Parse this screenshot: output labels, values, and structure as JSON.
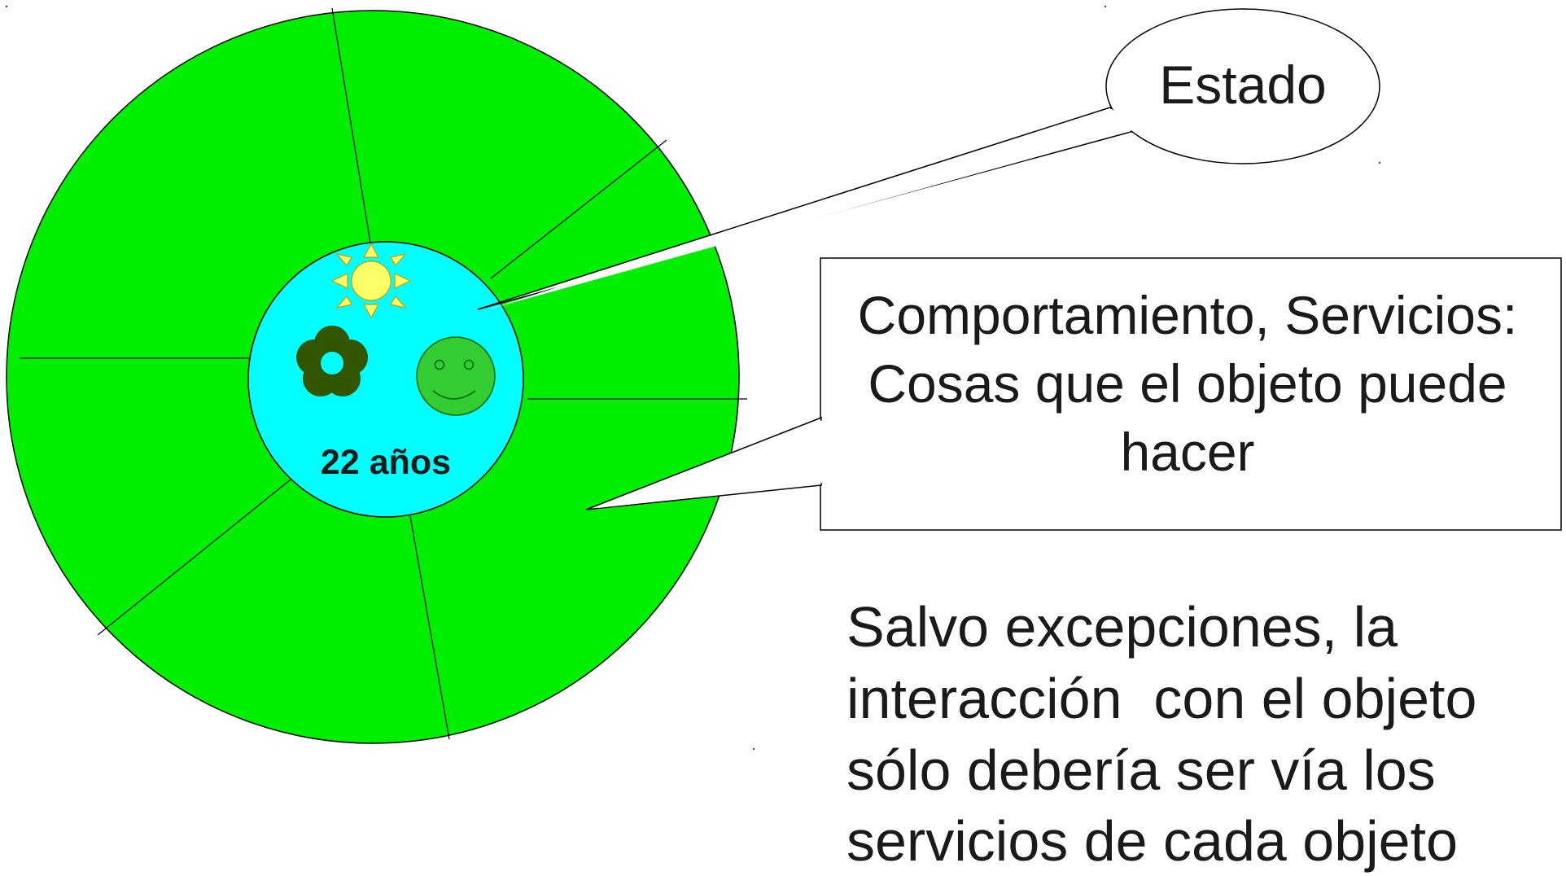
{
  "object_diagram": {
    "age_label": "22 años",
    "state_callout": "Estado",
    "behavior_callout": [
      "Comportamiento, Servicios:",
      "Cosas que el objeto puede",
      "hacer"
    ],
    "note": [
      "Salvo excepciones, la",
      "interacción  con el objeto",
      "sólo debería ser vía los",
      "servicios de cada objeto"
    ]
  },
  "colors": {
    "outer_ring": "#00ee00",
    "inner_core": "#00ffff",
    "sun": "#ffff66",
    "flower": "#335500",
    "face": "#33cc33",
    "age_text": "#1a3333"
  },
  "icons": [
    "sun-icon",
    "flower-icon",
    "smiley-face-icon"
  ]
}
